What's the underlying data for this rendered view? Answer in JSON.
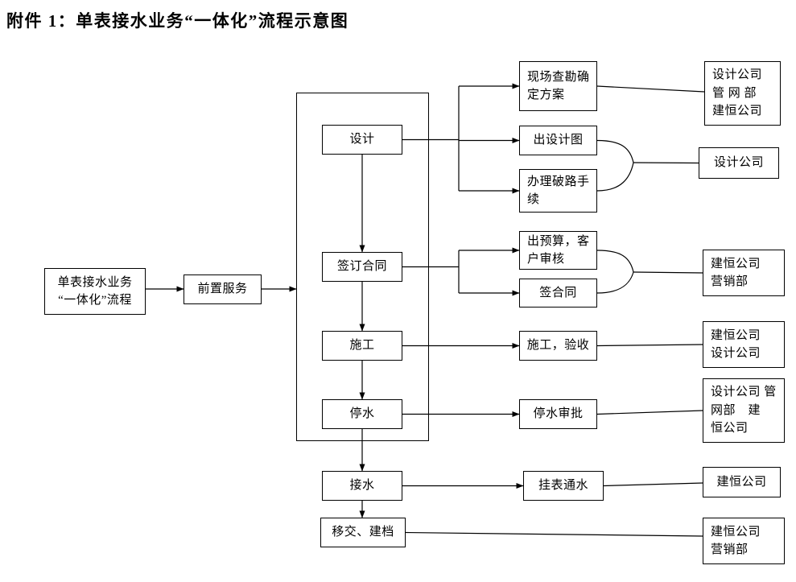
{
  "page": {
    "title": "附件 1：单表接水业务“一体化”流程示意图"
  },
  "nodes": {
    "start": {
      "lines": [
        "单表接水业务",
        "“一体化”流程"
      ]
    },
    "front_service": {
      "label": "前置服务"
    },
    "design": {
      "label": "设计"
    },
    "sign_contract": {
      "label": "签订合同"
    },
    "construction": {
      "label": "施工"
    },
    "stop_water": {
      "label": "停水"
    },
    "connect_water": {
      "label": "接水"
    },
    "transfer_archive": {
      "label": "移交、建档"
    },
    "site_survey": {
      "lines": [
        "现场查勘确",
        "定方案"
      ]
    },
    "design_drawing": {
      "label": "出设计图"
    },
    "road_permit": {
      "lines": [
        "办理破路手",
        "续"
      ]
    },
    "budget_review": {
      "lines": [
        "出预算，客",
        "户审核"
      ]
    },
    "sign_contract_step": {
      "label": "签合同"
    },
    "construction_acceptance": {
      "label": "施工，验收"
    },
    "stop_water_approval": {
      "label": "停水审批"
    },
    "meter_install": {
      "label": "挂表通水"
    },
    "resp_design_pipe_jianheng": {
      "lines": [
        "设计公司",
        "管 网 部",
        "建恒公司"
      ]
    },
    "resp_design_company": {
      "label": "设计公司"
    },
    "resp_jianheng_marketing": {
      "lines": [
        "建恒公司",
        "营销部"
      ]
    },
    "resp_jianheng_design": {
      "lines": [
        "建恒公司",
        "设计公司"
      ]
    },
    "resp_design_pipe_jianheng_2": {
      "lines": [
        "设计公司 管",
        "网部　建",
        "恒公司"
      ]
    },
    "resp_jianheng": {
      "label": "建恒公司"
    },
    "resp_jianheng_marketing_2": {
      "lines": [
        "建恒公司",
        "营销部"
      ]
    }
  },
  "colors": {
    "line": "#000000",
    "background": "#ffffff"
  }
}
